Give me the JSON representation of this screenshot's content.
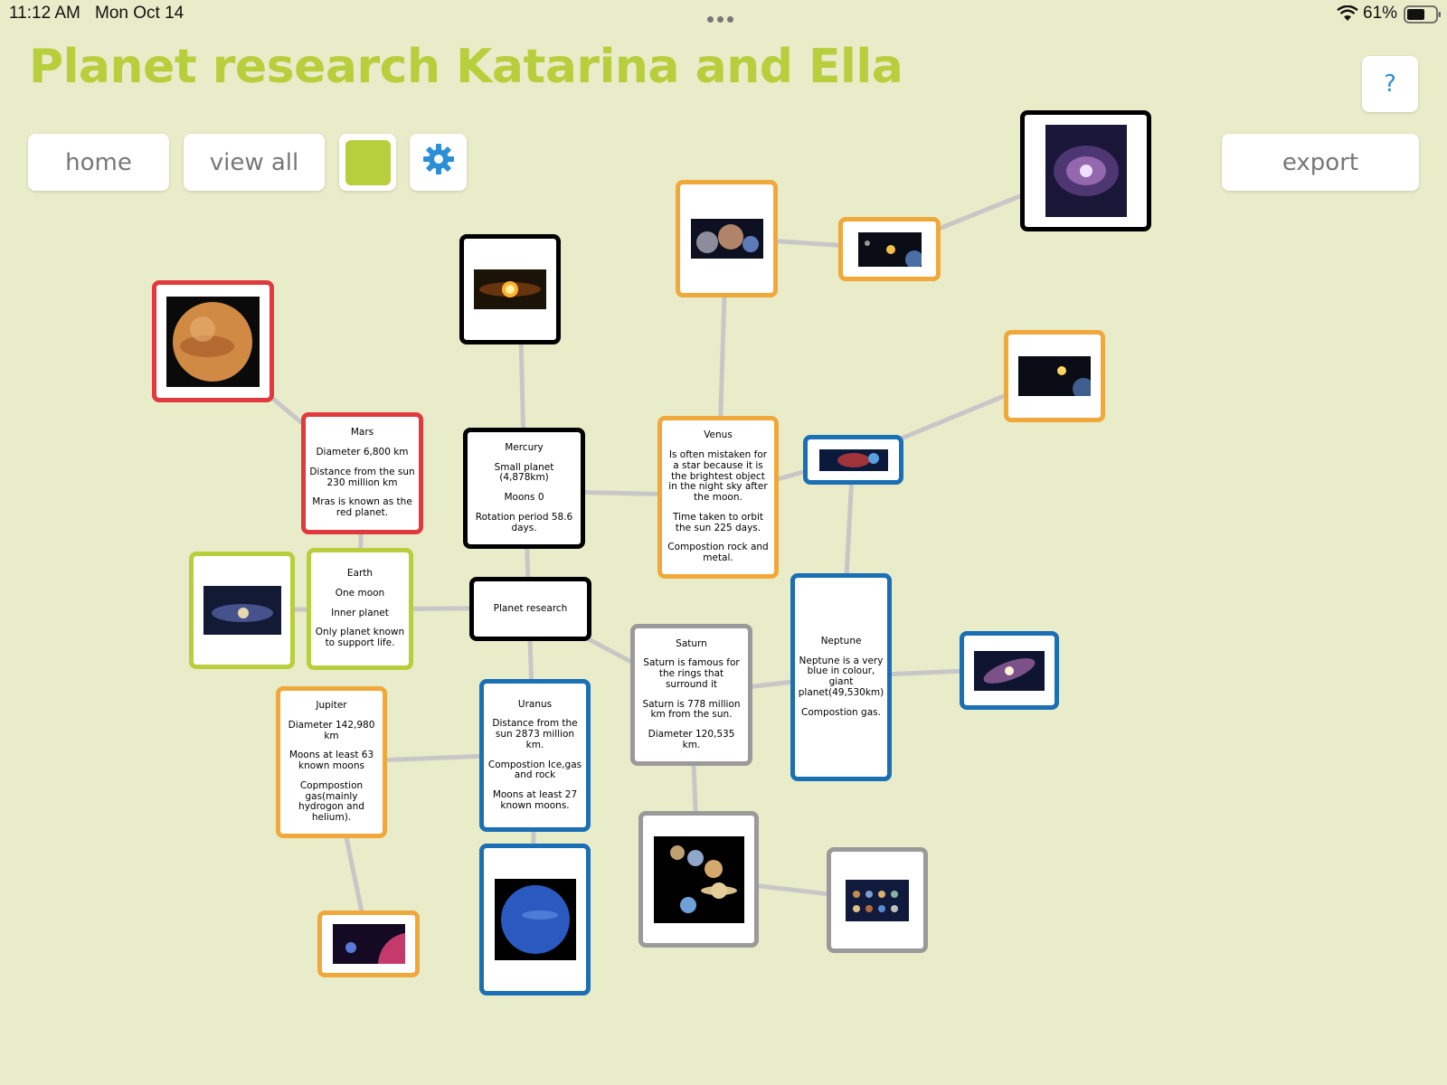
{
  "status_bar": {
    "time": "11:12 AM",
    "date": "Mon Oct 14",
    "battery": "61%"
  },
  "title": "Planet research Katarina and Ella",
  "toolbar": {
    "home_label": "home",
    "view_all_label": "view all",
    "export_label": "export",
    "help_label": "?"
  },
  "colors": {
    "accent": "#b7cf3c",
    "background": "#e9ecc8",
    "gear": "#2a8fd6",
    "link": "#c7c7c7"
  },
  "cards": {
    "mars": {
      "title": "Mars",
      "lines": [
        "Diameter 6,800 km",
        "Distance from the sun 230 million km",
        "Mras is known as the red planet."
      ]
    },
    "mercury": {
      "title": "Mercury",
      "lines": [
        "Small planet (4,878km)",
        "Moons 0",
        "Rotation period 58.6 days."
      ]
    },
    "venus": {
      "title": "Venus",
      "lines": [
        "Is often mistaken for a star because it is the brightest object in the night sky after the moon.",
        "Time taken to orbit the sun 225 days.",
        "Compostion rock and metal."
      ]
    },
    "earth": {
      "title": "Earth",
      "lines": [
        "One moon",
        "Inner planet",
        "Only planet known to support life."
      ]
    },
    "center": {
      "title": "Planet research"
    },
    "saturn": {
      "title": "Saturn",
      "lines": [
        "Saturn is famous for the rings that surround it",
        "Saturn is 778 million km from the sun.",
        "Diameter 120,535 km."
      ]
    },
    "neptune": {
      "title": "Neptune",
      "lines": [
        "Neptune is a very blue in colour, giant planet(49,530km)",
        "Compostion gas."
      ]
    },
    "jupiter": {
      "title": "Jupiter",
      "lines": [
        "Diameter 142,980 km",
        "Moons at least 63 known moons",
        "Copmpostion gas(mainly hydrogon and helium)."
      ]
    },
    "uranus": {
      "title": "Uranus",
      "lines": [
        "Distance from the sun 2873 million km.",
        "Compostion Ice,gas and rock",
        "Moons at least 27 known moons."
      ]
    }
  }
}
